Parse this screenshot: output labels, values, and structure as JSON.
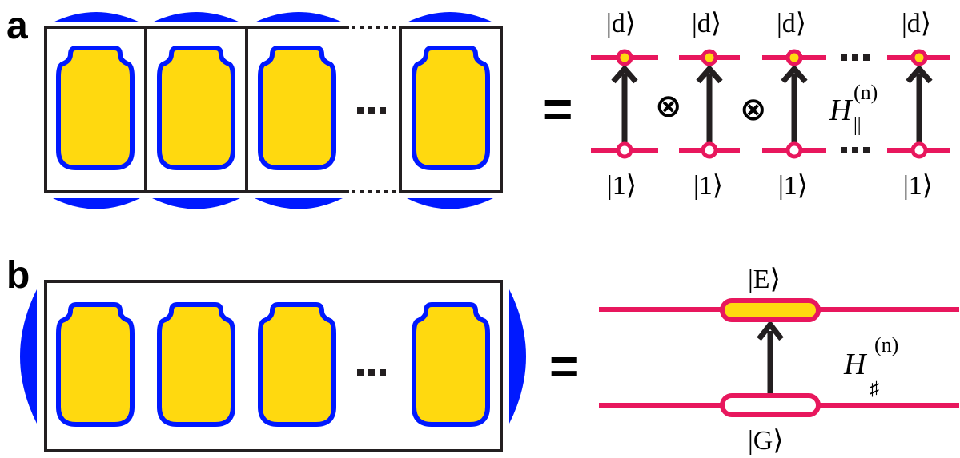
{
  "panels": [
    {
      "letter": "a"
    },
    {
      "letter": "b"
    }
  ],
  "panel_a": {
    "cavity_count_shown": 4,
    "equals": "=",
    "tensor_symbol": "⊗",
    "upper_kets": [
      "|d⟩",
      "|d⟩",
      "|d⟩",
      "|d⟩"
    ],
    "lower_kets": [
      "|1⟩",
      "|1⟩",
      "|1⟩",
      "|1⟩"
    ],
    "hamiltonian": {
      "symbol": "H",
      "superscript": "(n)",
      "subscript": "||"
    }
  },
  "panel_b": {
    "cavity_count_shown": 4,
    "equals": "=",
    "upper_ket": "|E⟩",
    "lower_ket": "|G⟩",
    "hamiltonian": {
      "symbol": "H",
      "superscript": "(n)",
      "subscript": "♯"
    }
  },
  "colors": {
    "mirror": "#0019ff",
    "atom_fill": "#ffd90f",
    "atom_outline": "#0019ff",
    "level_line": "#e8175d",
    "arrow": "#231f20",
    "frame": "#231f20"
  }
}
